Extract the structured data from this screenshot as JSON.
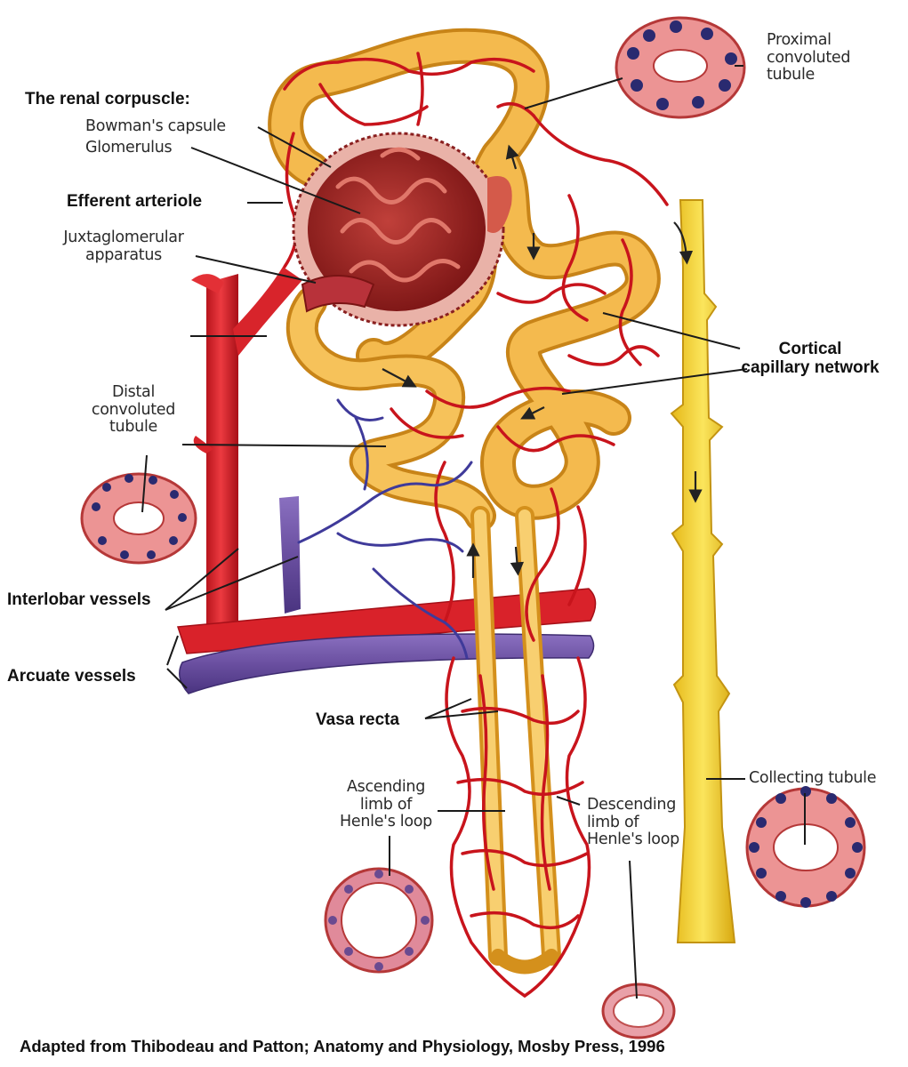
{
  "labels": {
    "renal_corpuscle": "The renal corpuscle:",
    "bowmans_capsule": "Bowman's capsule",
    "glomerulus": "Glomerulus",
    "efferent_arteriole": "Efferent arteriole",
    "juxtaglomerular": [
      "Juxtaglomerular",
      "apparatus"
    ],
    "proximal_tubule": [
      "Proximal",
      "convoluted",
      "tubule"
    ],
    "cortical_network": [
      "Cortical",
      "capillary network"
    ],
    "distal_tubule": [
      "Distal",
      "convoluted",
      "tubule"
    ],
    "interlobar_vessels": "Interlobar vessels",
    "arcuate_vessels": "Arcuate vessels",
    "vasa_recta": "Vasa recta",
    "ascending_limb": [
      "Ascending",
      "limb of",
      "Henle's loop"
    ],
    "descending_limb": [
      "Descending",
      "limb of",
      "Henle's loop"
    ],
    "collecting_tubule": "Collecting tubule"
  },
  "caption": "Adapted from Thibodeau and Patton; Anatomy and Physiology, Mosby Press, 1996",
  "colors": {
    "artery": "#d9222a",
    "vein": "#6a4fa0",
    "tubule": "#f3b64a",
    "collecting": "#f2d22e",
    "capillary": "#c8141c",
    "cell": "#e98a8a",
    "nucleus": "#2a2a70"
  }
}
